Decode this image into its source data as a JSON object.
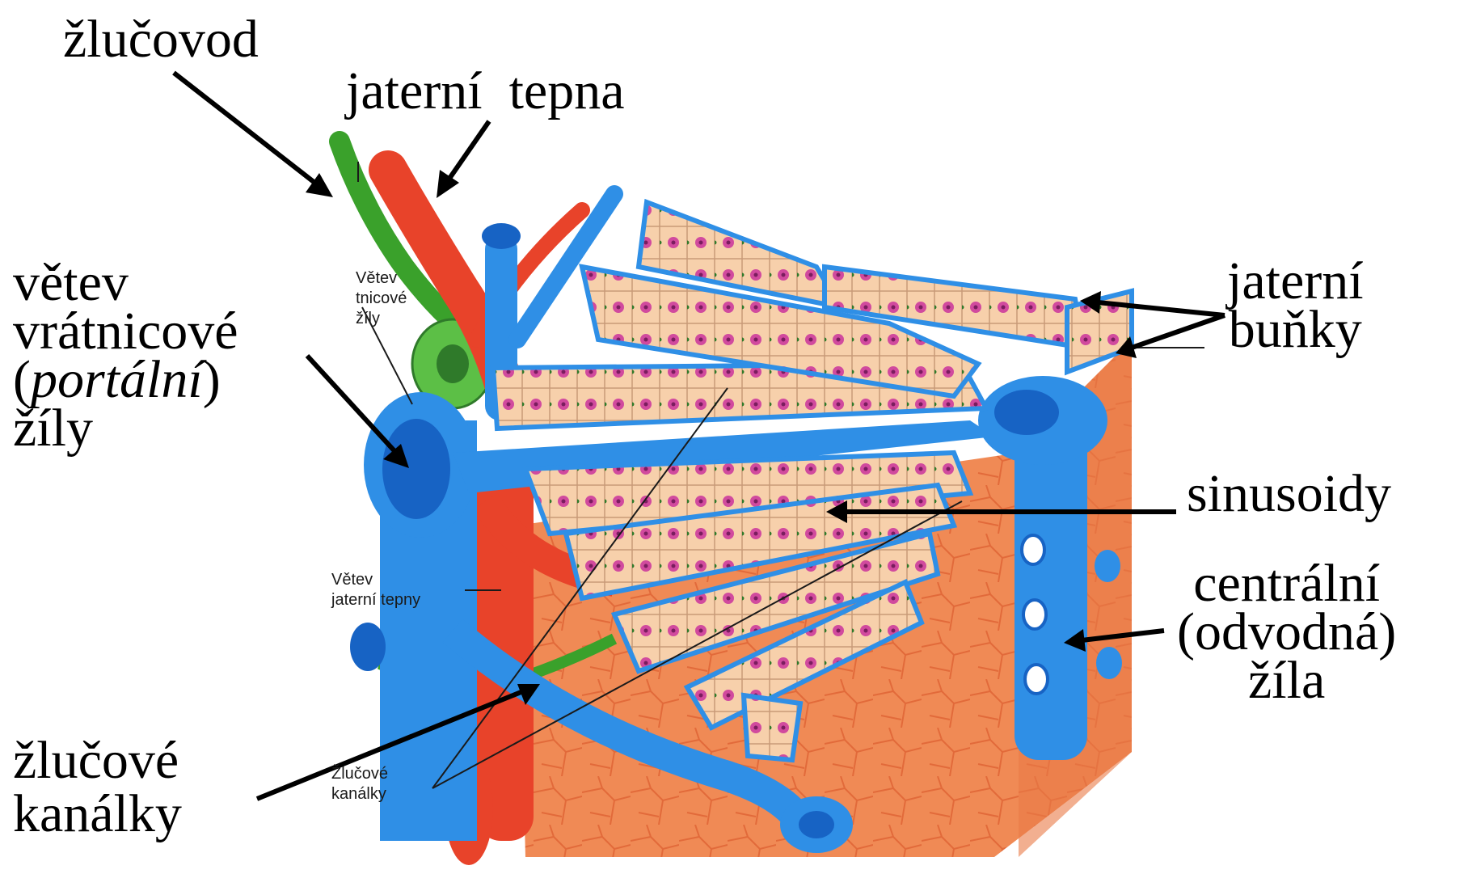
{
  "labels": {
    "bile_duct": "žlučovod",
    "hepatic_artery": "jaterní  tepna",
    "portal_vein_branch": {
      "line1": "větev",
      "line2": "vrátnicové",
      "line3_open": "(",
      "line3_italic": "portální",
      "line3_close": ")",
      "line4": "žíly"
    },
    "hepatocytes": {
      "line1": "jaterní",
      "line2": "buňky"
    },
    "sinusoids": "sinusoidy",
    "central_vein": {
      "line1": "centrální",
      "line2": "(odvodná)",
      "line3": "žíla"
    },
    "bile_canaliculi": {
      "line1": "žlučové",
      "line2": "kanálky"
    }
  },
  "figure_labels": {
    "portal_vein_branch": {
      "line1": "Větev",
      "line2": "tnicové",
      "line3": "žíly"
    },
    "hepatic_artery_branch": {
      "line1": "Větev",
      "line2": "jaterní tepny"
    },
    "bile_canaliculi": {
      "line1": "Žlučové",
      "line2": "kanálky"
    }
  },
  "colors": {
    "vein": "#2f8fe6",
    "vein_dark": "#1763c4",
    "artery": "#e8432a",
    "bile": "#3aa12b",
    "hepatocyte": "#f7d0ab",
    "nucleus": "#d14a9e",
    "parenchyma": "#f08a55"
  }
}
